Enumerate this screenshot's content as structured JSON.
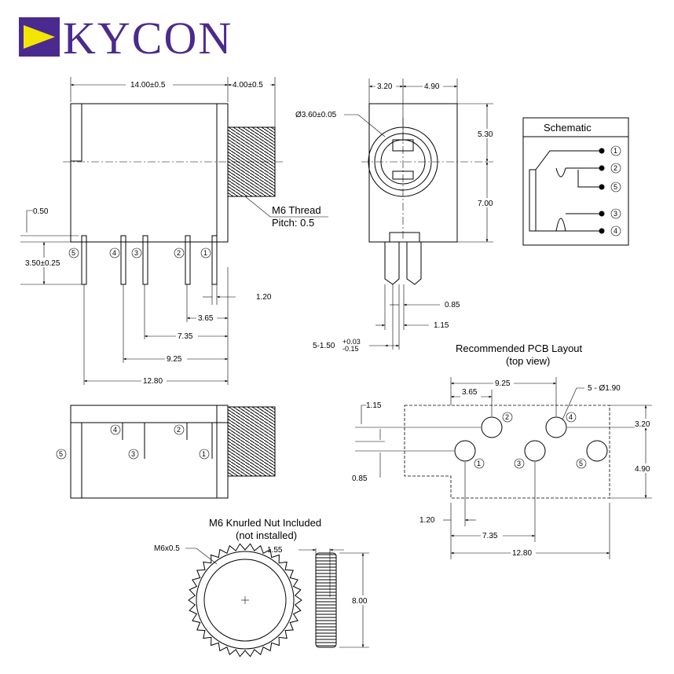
{
  "logo": {
    "brand": "KYCON",
    "primary_color": "#4b2a8f",
    "accent_color": "#f2e600"
  },
  "side_view": {
    "dim_body_length": "14.00±0.5",
    "dim_thread_length": "4.00±0.5",
    "dim_pin_offset": "0.50",
    "dim_pin_height": "3.50±0.25",
    "dim_pin_width": "1.20",
    "dim_pin_3_65": "3.65",
    "dim_pin_7_35": "7.35",
    "dim_pin_9_25": "9.25",
    "dim_pin_12_80": "12.80",
    "thread_label": "M6 Thread",
    "pitch_label": "Pitch: 0.5",
    "pins": [
      "5",
      "4",
      "3",
      "2",
      "1"
    ]
  },
  "front_view": {
    "dim_hole": "Ø3.60±0.05",
    "dim_left": "3.20",
    "dim_right": "4.90",
    "dim_top": "5.30",
    "dim_bottom": "7.00",
    "dim_pin_0_85": "0.85",
    "dim_pin_1_15": "1.15",
    "dim_pin_tol_main": "5-1.50",
    "dim_pin_tol_plus": "+0.03",
    "dim_pin_tol_minus": "-0.15"
  },
  "schematic": {
    "title": "Schematic",
    "pins": [
      "1",
      "2",
      "5",
      "3",
      "4"
    ]
  },
  "bottom_view": {
    "pins": [
      "4",
      "2",
      "5",
      "3",
      "1"
    ]
  },
  "pcb_layout": {
    "title": "Recommended PCB Layout",
    "subtitle": "(top view)",
    "dim_9_25": "9.25",
    "dim_3_65": "3.65",
    "dim_holes": "5 - Ø1.90",
    "dim_1_15": "1.15",
    "dim_3_20": "3.20",
    "dim_4_90": "4.90",
    "dim_0_85": "0.85",
    "dim_1_20": "1.20",
    "dim_7_35": "7.35",
    "dim_12_80": "12.80",
    "holes": [
      "2",
      "4",
      "1",
      "3",
      "5"
    ]
  },
  "nut": {
    "title": "M6 Knurled Nut Included",
    "subtitle": "(not installed)",
    "dim_thread": "M6x0.5",
    "dim_thickness": "1.55",
    "dim_diameter": "8.00"
  }
}
